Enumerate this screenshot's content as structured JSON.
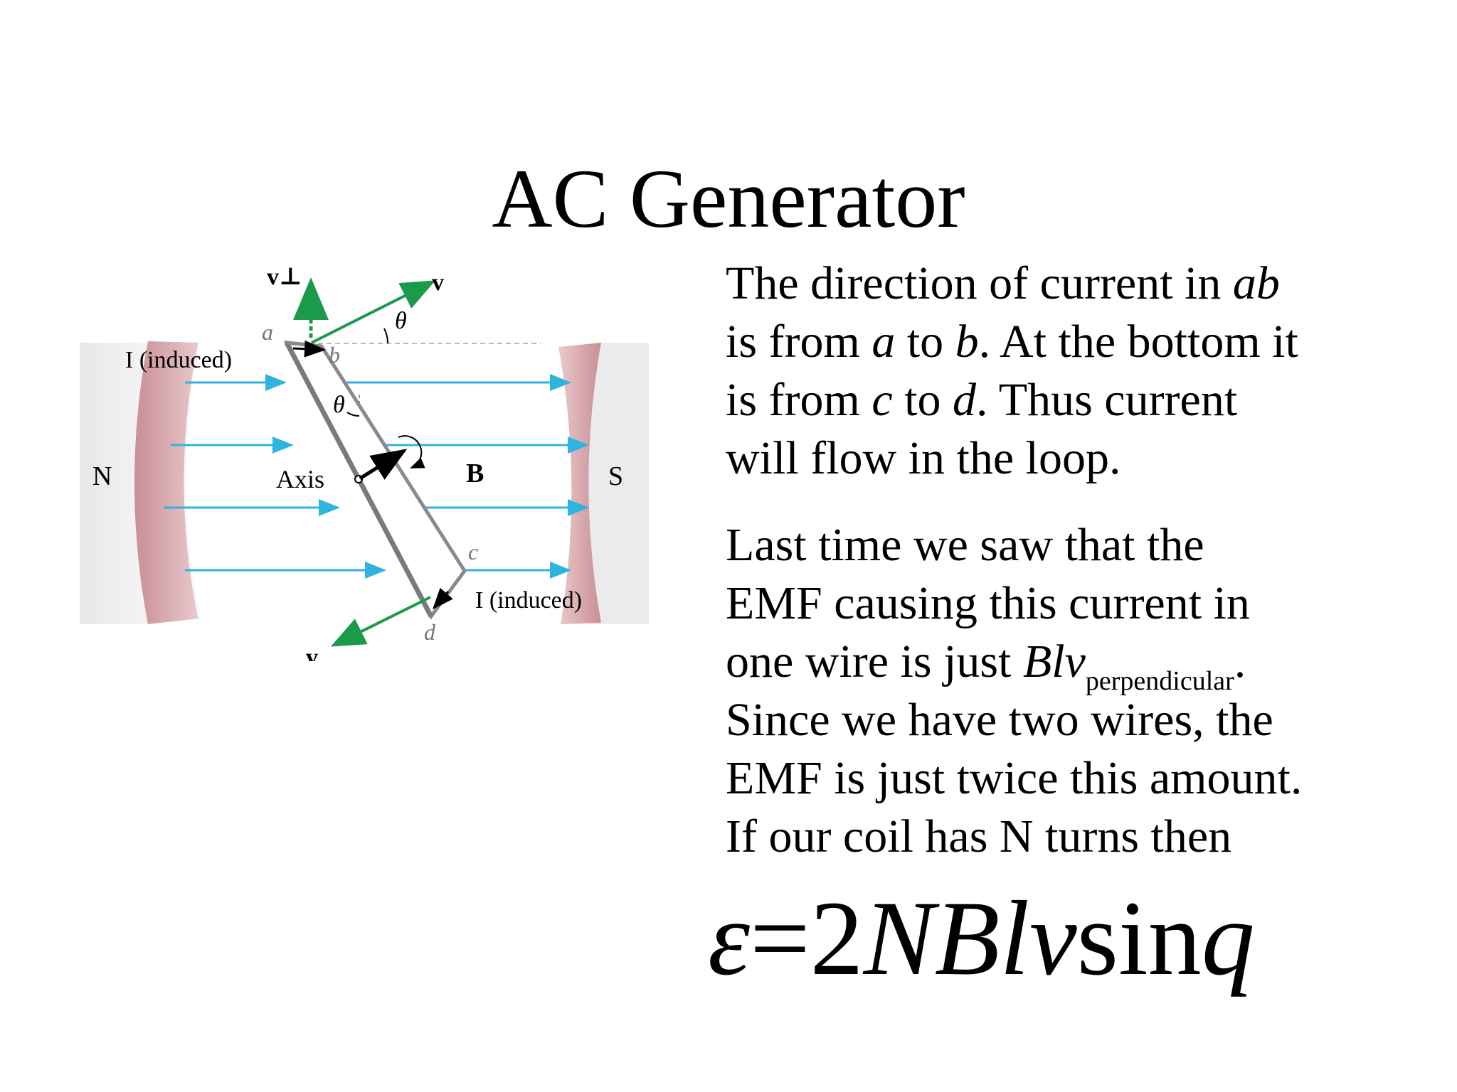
{
  "slide": {
    "title": "AC Generator"
  },
  "figure": {
    "labels": {
      "v_perp": "v⊥",
      "v_top": "v",
      "v_bottom": "v",
      "theta_top": "θ",
      "theta_mid": "θ",
      "a": "a",
      "b": "b",
      "c": "c",
      "d": "d",
      "i_induced_top": "I (induced)",
      "i_induced_bottom": "I (induced)",
      "north": "N",
      "south": "S",
      "axis": "Axis",
      "field": "B"
    },
    "colors": {
      "field_line": "#2fb4e0",
      "velocity": "#1a9a4a",
      "magnet_face": "#d4a5aa",
      "magnet_side": "#e4e4e6",
      "loop": "#888888"
    }
  },
  "para1": {
    "l1_pre": "The direction of current in ",
    "l1_ab": "ab",
    "l2_pre": "is from ",
    "l2_a": "a",
    "l2_mid": " to ",
    "l2_b": "b",
    "l2_post": ". At the bottom it",
    "l3_pre": "is from ",
    "l3_c": "c",
    "l3_mid": " to ",
    "l3_d": "d",
    "l3_post": ". Thus current",
    "l4": "will flow in the loop."
  },
  "para2": {
    "l1": "Last time we saw that the",
    "l2": "EMF causing this current in",
    "l3_pre": "one wire is just ",
    "l3_blv": "Blv",
    "l3_sub": "perpendicular",
    "l3_post": ".",
    "l4": "Since we have two wires, the",
    "l5": "EMF is just twice this amount.",
    "l6": "If our coil has N turns then"
  },
  "formula": {
    "epsilon": "ε",
    "equals": "=",
    "two": "2",
    "nblv": "NBlv",
    "sin": "sin",
    "q": "q"
  }
}
